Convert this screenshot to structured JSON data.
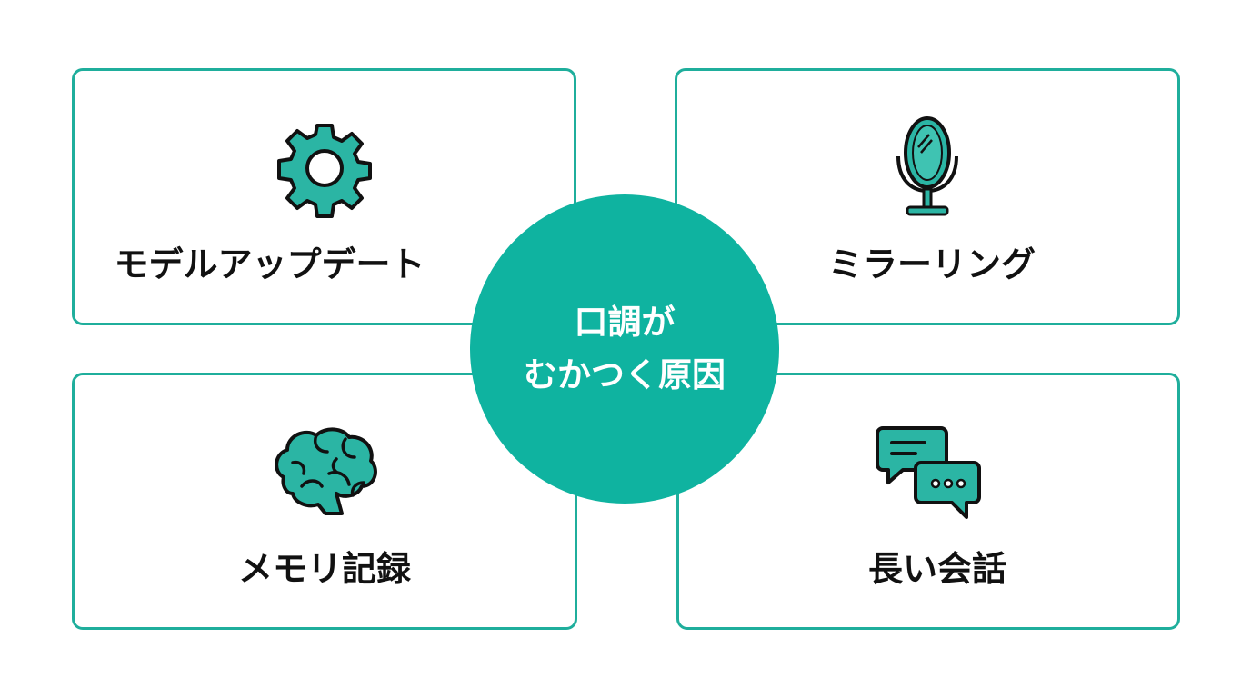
{
  "center": {
    "line1": "口調が",
    "line2": "むかつく原因"
  },
  "cards": [
    {
      "label": "モデルアップデート",
      "icon": "gear-icon"
    },
    {
      "label": "ミラーリング",
      "icon": "mirror-icon"
    },
    {
      "label": "メモリ記録",
      "icon": "brain-icon"
    },
    {
      "label": "長い会話",
      "icon": "chat-bubbles-icon"
    }
  ],
  "colors": {
    "accent": "#0fb3a0",
    "border": "#1fae9c",
    "icon_fill": "#2bb5a4"
  }
}
